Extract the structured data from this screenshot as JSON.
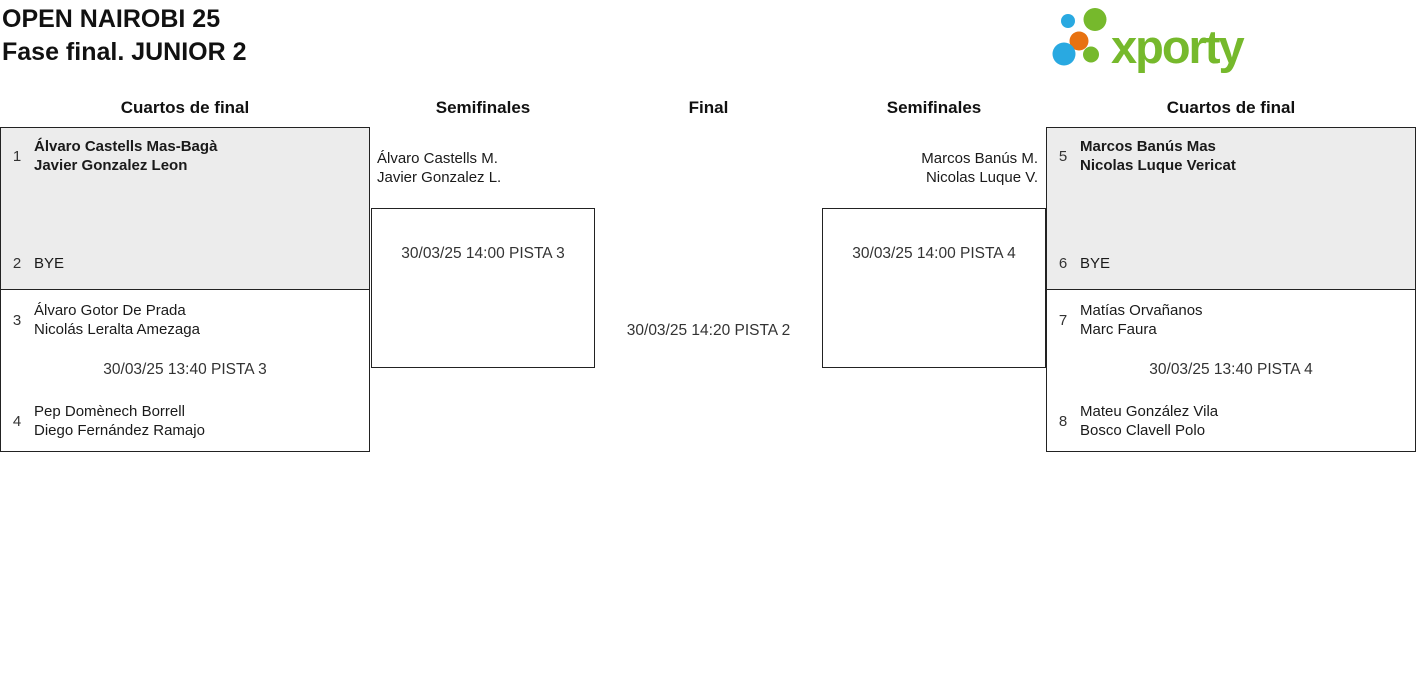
{
  "header": {
    "title_line1": "OPEN NAIROBI 25",
    "title_line2": "Fase final. JUNIOR 2"
  },
  "logo": {
    "brand": "xporty"
  },
  "colors": {
    "brand_green": "#76B92C",
    "brand_blue": "#29A9E1",
    "brand_orange": "#E87211",
    "box_gray": "#ECECEC",
    "border": "#222222"
  },
  "rounds": {
    "qf_left": "Cuartos de final",
    "sf_left": "Semifinales",
    "final": "Final",
    "sf_right": "Semifinales",
    "qf_right": "Cuartos de final"
  },
  "matches": {
    "qf1": {
      "seed_top": "1",
      "top1": "Álvaro Castells Mas-Bagà",
      "top2": "Javier Gonzalez Leon",
      "seed_bottom": "2",
      "bottom1": "BYE"
    },
    "qf2": {
      "seed_top": "3",
      "top1": "Álvaro Gotor De Prada",
      "top2": "Nicolás Leralta Amezaga",
      "schedule": "30/03/25 13:40 PISTA 3",
      "seed_bottom": "4",
      "bottom1": "Pep Domènech Borrell",
      "bottom2": "Diego Fernández Ramajo"
    },
    "sf1": {
      "player1": "Álvaro Castells M.",
      "player2": "Javier Gonzalez L.",
      "schedule": "30/03/25 14:00 PISTA 3"
    },
    "final": {
      "schedule": "30/03/25 14:20 PISTA 2"
    },
    "sf2": {
      "player1": "Marcos Banús M.",
      "player2": "Nicolas Luque V.",
      "schedule": "30/03/25 14:00 PISTA 4"
    },
    "qf3": {
      "seed_top": "5",
      "top1": "Marcos Banús Mas",
      "top2": "Nicolas Luque Vericat",
      "seed_bottom": "6",
      "bottom1": "BYE"
    },
    "qf4": {
      "seed_top": "7",
      "top1": "Matías Orvañanos",
      "top2": "Marc Faura",
      "schedule": "30/03/25 13:40 PISTA 4",
      "seed_bottom": "8",
      "bottom1": "Mateu González Vila",
      "bottom2": "Bosco Clavell Polo"
    }
  }
}
